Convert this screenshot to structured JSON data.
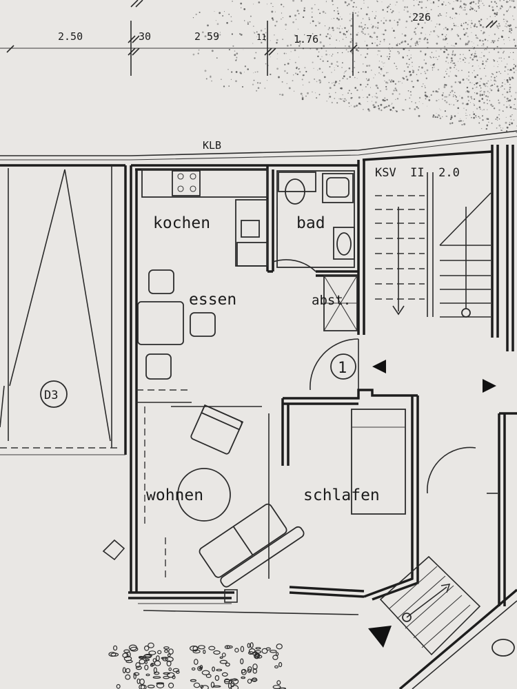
{
  "dimensions": {
    "d1": "2.50",
    "d2": "30",
    "d3": "2 59",
    "d4": "11",
    "d5": "1.76",
    "d6": "226"
  },
  "labels": {
    "klb": "KLB",
    "ksv": "KSV  II  2.0",
    "kochen": "kochen",
    "bad": "bad",
    "essen": "essen",
    "abst": "abst.",
    "wohnen": "wohnen",
    "schlafen": "schlafen",
    "d3_marker": "D3",
    "entry_marker": "1"
  }
}
